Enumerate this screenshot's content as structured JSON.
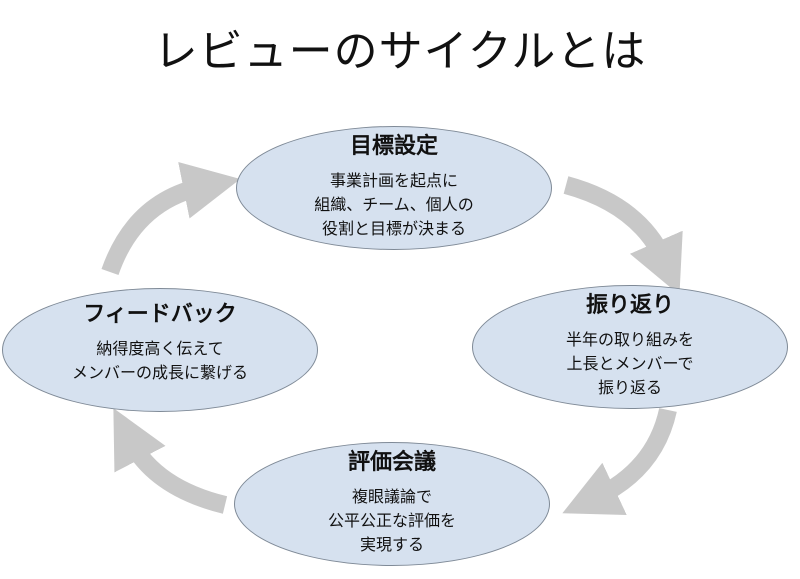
{
  "title": "レビューのサイクルとは",
  "colors": {
    "node_fill": "#d6e1ef",
    "node_border": "#7f8a97",
    "arrow": "#c8c8c8"
  },
  "nodes": {
    "goal": {
      "heading": "目標設定",
      "body": "事業計画を起点に\n組織、チーム、個人の\n役割と目標が決まる"
    },
    "review": {
      "heading": "振り返り",
      "body": "半年の取り組みを\n上長とメンバーで\n振り返る"
    },
    "eval": {
      "heading": "評価会議",
      "body": "複眼議論で\n公平公正な評価を\n実現する"
    },
    "feedback": {
      "heading": "フィードバック",
      "body": "納得度高く伝えて\nメンバーの成長に繋げる"
    }
  }
}
